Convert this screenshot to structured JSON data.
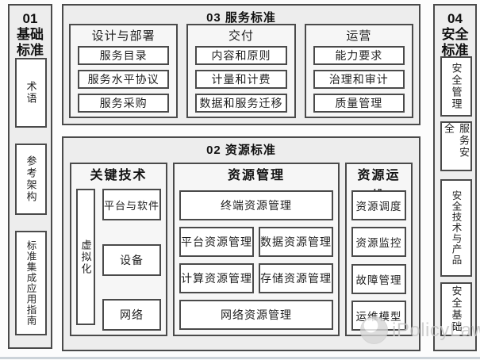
{
  "colors": {
    "border": "#4a4a4a",
    "section_fill": "#ededed",
    "group_fill": "#f6f6f6",
    "item_fill": "#ffffff",
    "watermark_text": "#c4c4c4",
    "bottom_bar": "#ccd3d9"
  },
  "basic": {
    "title_lines": [
      "01",
      "基础",
      "标准"
    ],
    "items": [
      "术语",
      "参考架构",
      "标准集成应用指南"
    ]
  },
  "service": {
    "title": "03 服务标准",
    "groups": [
      {
        "header": "设计与部署",
        "items": [
          "服务目录",
          "服务水平协议",
          "服务采购"
        ]
      },
      {
        "header": "交付",
        "items": [
          "内容和原则",
          "计量和计费",
          "数据和服务迁移"
        ]
      },
      {
        "header": "运营",
        "items": [
          "能力要求",
          "治理和审计",
          "质量管理"
        ]
      }
    ]
  },
  "resource": {
    "title": "02 资源标准",
    "key_tech": {
      "header": "关键技术",
      "side": "虚拟化",
      "items": [
        "平台与软件",
        "设备",
        "网络"
      ]
    },
    "management": {
      "header": "资源管理",
      "full_top": "终端资源管理",
      "cells": [
        "平台资源管理",
        "数据资源管理",
        "计算资源管理",
        "存储资源管理"
      ],
      "full_bottom": "网络资源管理"
    },
    "operations": {
      "header": "资源运维",
      "items": [
        "资源调度",
        "资源监控",
        "故障管理",
        "运维模型"
      ]
    }
  },
  "security": {
    "title_lines": [
      "04",
      "安全",
      "标准"
    ],
    "items": [
      "安全管理",
      "服务安全",
      "安全技术与产品",
      "安全基础"
    ]
  },
  "watermark": {
    "text": "iPolicyLaw"
  }
}
